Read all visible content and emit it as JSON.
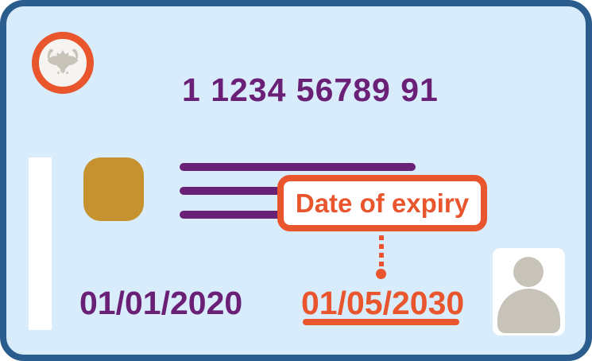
{
  "card": {
    "id_number": "1 1234 56789 91",
    "issue_date": "01/01/2020",
    "expiry": {
      "label": "Date of expiry",
      "date": "01/05/2030"
    },
    "icons": {
      "emblem": "garuda-emblem-icon",
      "chip": "smart-card-chip",
      "photo": "person-silhouette-icon"
    },
    "colors": {
      "card_bg": "#D9ECFB",
      "card_border": "#2A5C8E",
      "purple": "#6B2077",
      "orange": "#E9552D",
      "chip_gold": "#C6922F",
      "silhouette_gray": "#C7C3B8",
      "emblem_inner": "#F6F4F1",
      "white": "#FFFFFF"
    }
  }
}
